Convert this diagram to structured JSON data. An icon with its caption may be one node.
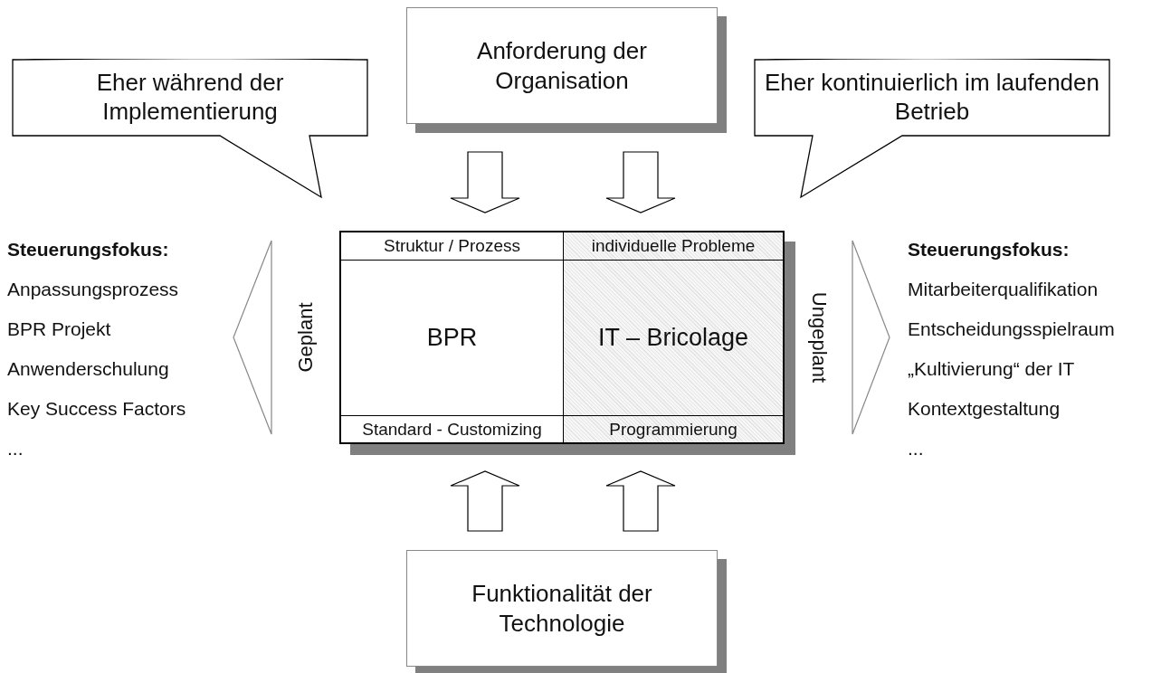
{
  "diagram": {
    "nodes": [
      {
        "text": [
          "Anforderung der Organisation"
        ]
      },
      {
        "text": [
          "Eher während der Implementierung"
        ]
      },
      {
        "text": [
          "Eher kontinuierlich im laufenden Betrieb"
        ]
      },
      {
        "text": [],
        "shape": "box"
      },
      {
        "text": [
          "Struktur / Prozess"
        ],
        "in": 3
      },
      {
        "text": [
          "individuelle Probleme"
        ],
        "in": 3
      },
      {
        "text": [
          "BPR"
        ],
        "in": 3
      },
      {
        "text": [
          "IT – Bricolage"
        ],
        "in": 3
      },
      {
        "text": [
          "Standard - Customizing"
        ],
        "in": 3
      },
      {
        "text": [
          "Programmierung"
        ],
        "in": 3
      },
      {
        "text": [
          "Funktionalität der Technologie"
        ]
      },
      {
        "text": [
          "Steuerungsfokus:",
          "Anpassungsprozess",
          "BPR Projekt",
          "Anwenderschulung",
          "Key Success Factors",
          "..."
        ]
      },
      {
        "text": [
          "Steuerungsfokus:",
          "Mitarbeiterqualifikation",
          "Entscheidungsspielraum",
          "„Kultivierung“ der IT",
          "Kontextgestaltung",
          "..."
        ]
      }
    ],
    "edges": [
      {
        "from": 0,
        "to": 4,
        "arrow": "to"
      },
      {
        "from": 0,
        "to": 5,
        "arrow": "to"
      },
      {
        "from": 10,
        "to": 8,
        "arrow": "to"
      },
      {
        "from": 10,
        "to": 9,
        "arrow": "to"
      },
      {
        "from": 3,
        "to": 11,
        "arrow": "to",
        "label": "Geplant"
      },
      {
        "from": 3,
        "to": 12,
        "arrow": "to",
        "label": "Ungeplant"
      }
    ]
  }
}
